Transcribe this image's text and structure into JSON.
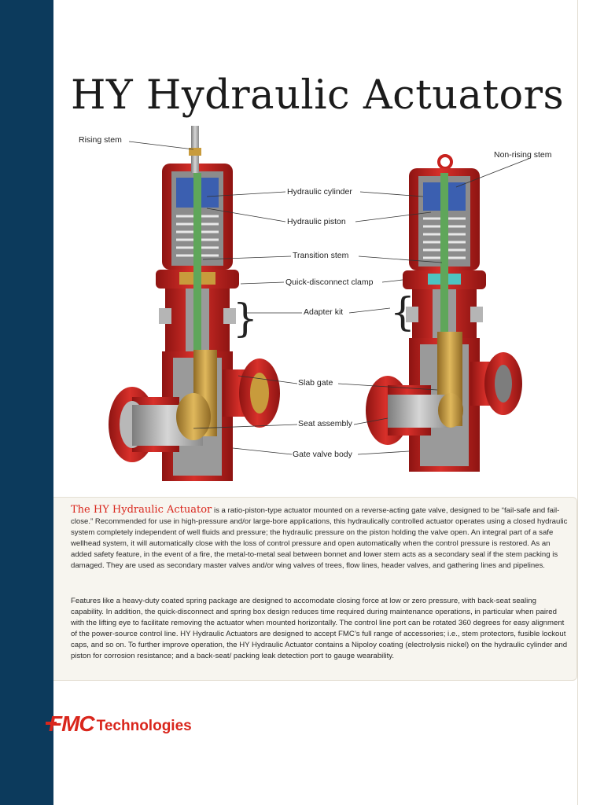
{
  "title": "HY Hydraulic Actuators",
  "callouts": {
    "rising_stem": "Rising stem",
    "non_rising_stem": "Non-rising stem",
    "hydraulic_cylinder": "Hydraulic cylinder",
    "hydraulic_piston": "Hydraulic piston",
    "transition_stem": "Transition stem",
    "quick_disconnect_clamp": "Quick-disconnect clamp",
    "adapter_kit": "Adapter kit",
    "slab_gate": "Slab gate",
    "seat_assembly": "Seat assembly",
    "gate_valve_body": "Gate valve body"
  },
  "body": {
    "lead": "The HY Hydraulic Actuator",
    "paragraph1": " is a ratio-piston-type actuator mounted on a reverse-acting gate valve,  designed to be “fail-safe and fail-close.” Recommended for use in high-pressure and/or large-bore applications, this hydraulically controlled actuator operates using a closed hydraulic system completely independent of well fluids and pressure; the hydraulic pressure on the piston holding the valve open.  An integral part of a safe wellhead system, it will automatically close with the loss of control pressure and open automatically when the control pressure is restored. As an added safety feature, in the event of a fire, the metal-to-metal seal between bonnet and lower stem acts as a secondary seal if the stem packing is damaged.  They are used as secondary master valves and/or wing valves of trees, flow lines, header valves, and gathering lines and pipelines.",
    "paragraph2": "Features like a heavy-duty coated spring package are designed to accomodate closing force at low or zero pressure, with back-seat sealing capability.  In addition, the quick-disconnect and spring box design reduces time required during maintenance operations, in particular when paired with the lifting eye to facilitate removing the actuator when mounted horizontally.  The control line port can be rotated 360 degrees for easy alignment of the power-source control line.  HY Hydraulic Actuators are designed to accept FMC’s full range of accessories; i.e., stem protectors, fusible lockout caps, and so on.  To further improve operation, the HY Hydraulic Actuator contains a Nipoloy coating (electrolysis nickel) on the hydraulic cylinder and piston for corrosion resistance; and a back-seat/ packing leak detection port to gauge wearability."
  },
  "logo": {
    "mark": "FMC",
    "text": "Technologies",
    "color": "#d9261c"
  },
  "colors": {
    "side_band": "#0c3a5c",
    "valve_red": "#c8221e",
    "valve_grey": "#a8a8a8",
    "gate_gold": "#c89b3c",
    "stem_green": "#5fa65a",
    "piston_blue": "#3b5fb0"
  }
}
